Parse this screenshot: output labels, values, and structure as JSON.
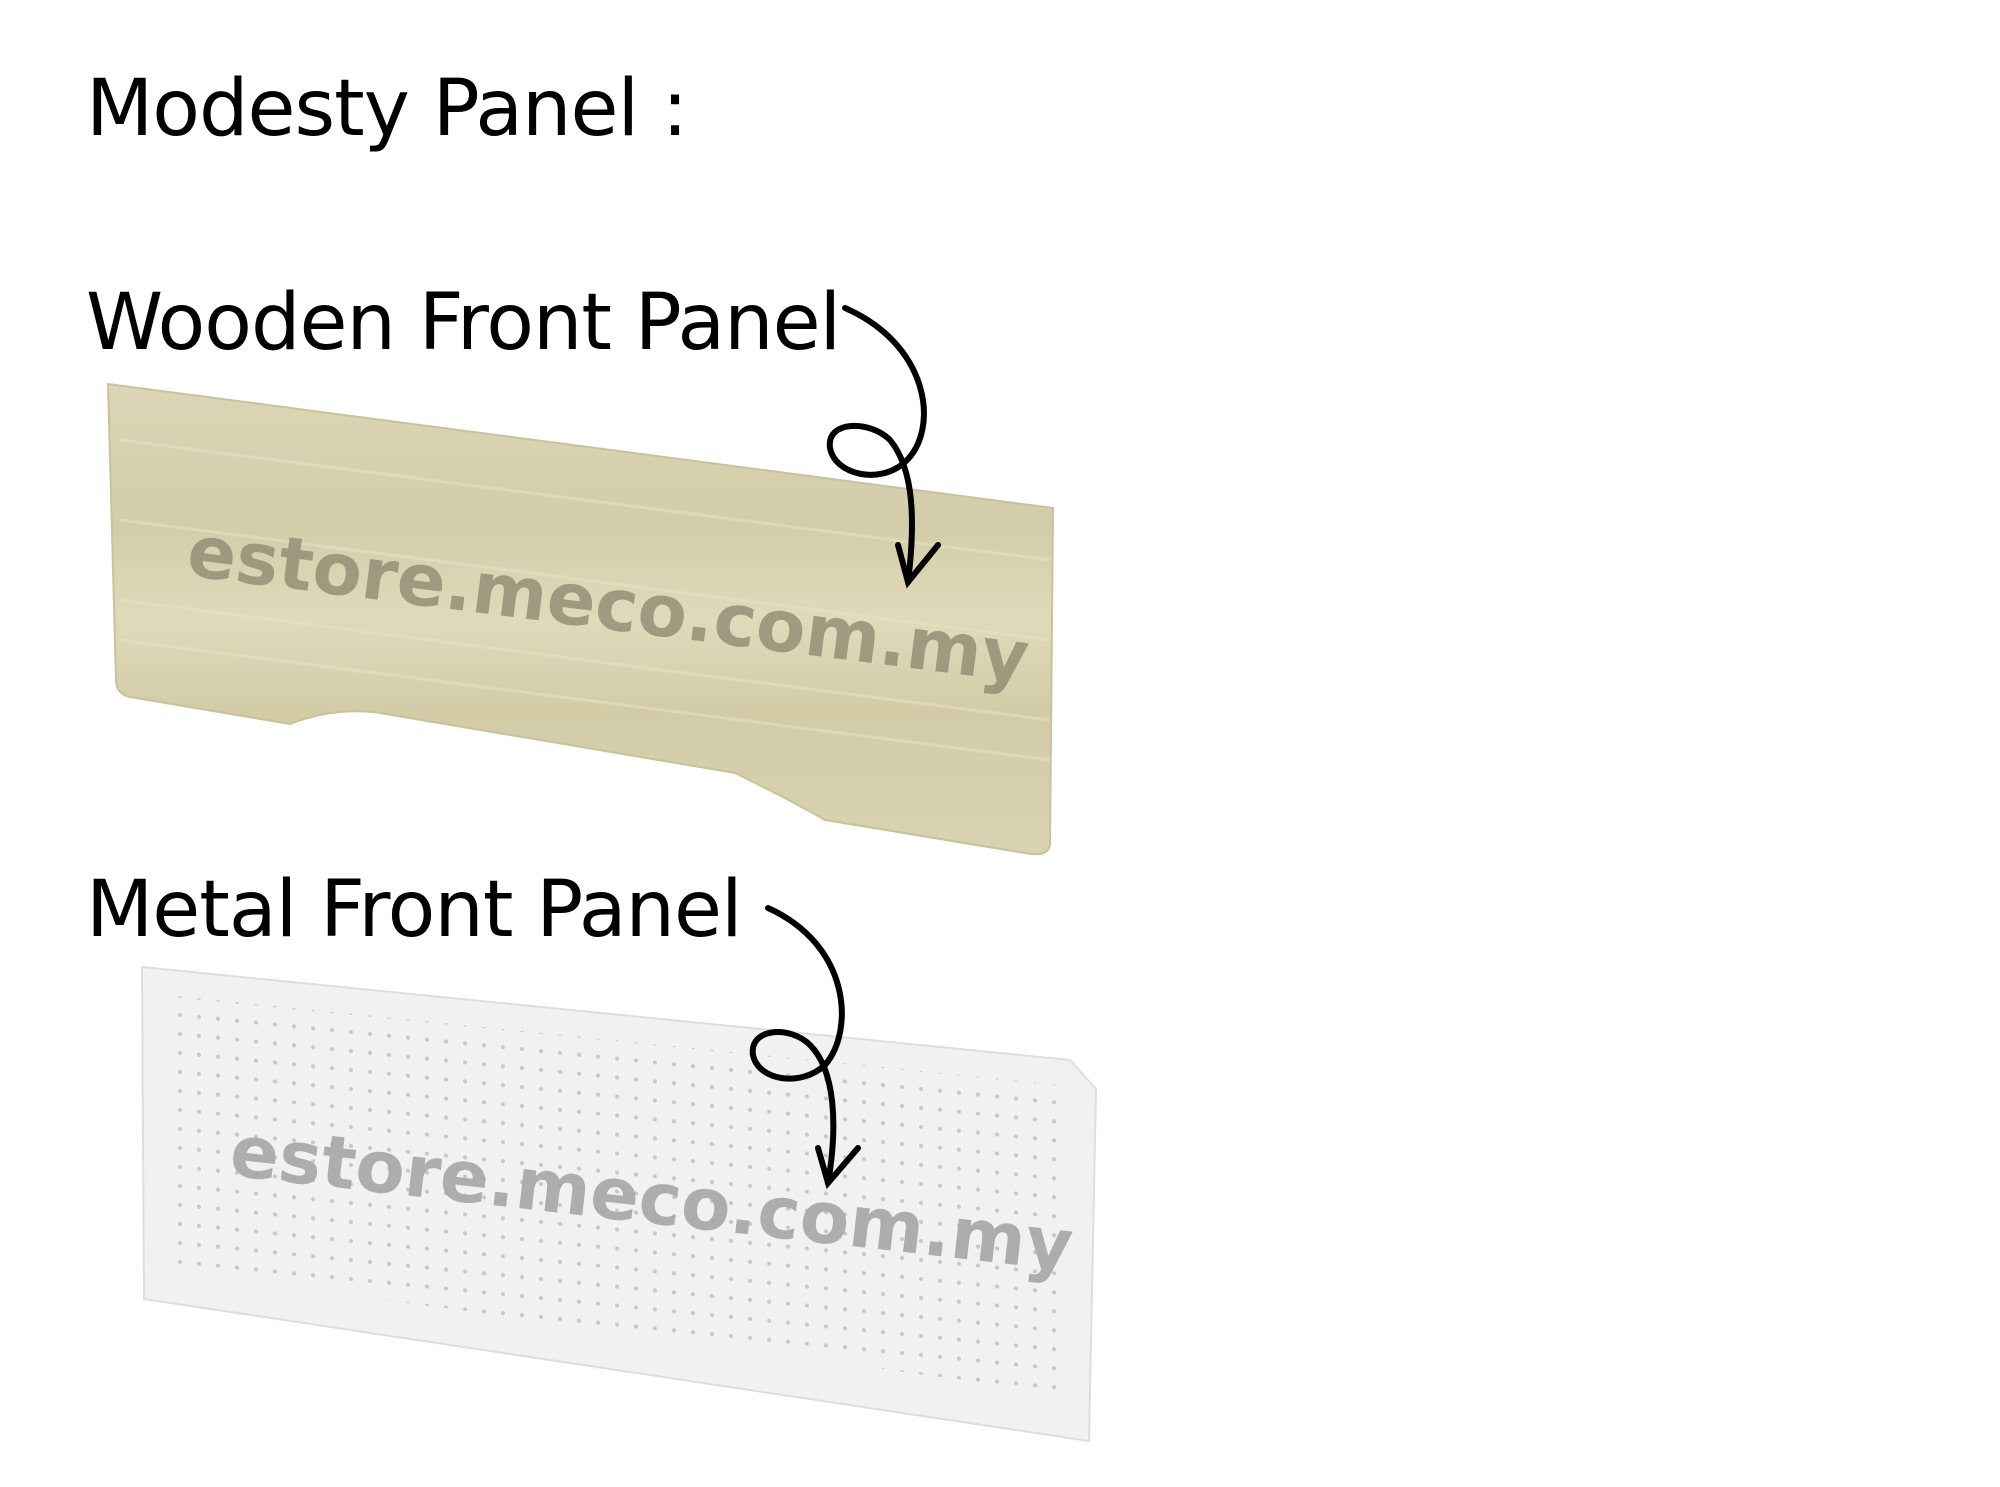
{
  "title": "Modesty Panel :",
  "panels": [
    {
      "label": "Wooden Front Panel",
      "watermark": "estore.meco.com.my",
      "color": "#d8d2b0"
    },
    {
      "label": "Metal Front Panel",
      "watermark": "estore.meco.com.my",
      "color": "#f0f0f0"
    }
  ]
}
